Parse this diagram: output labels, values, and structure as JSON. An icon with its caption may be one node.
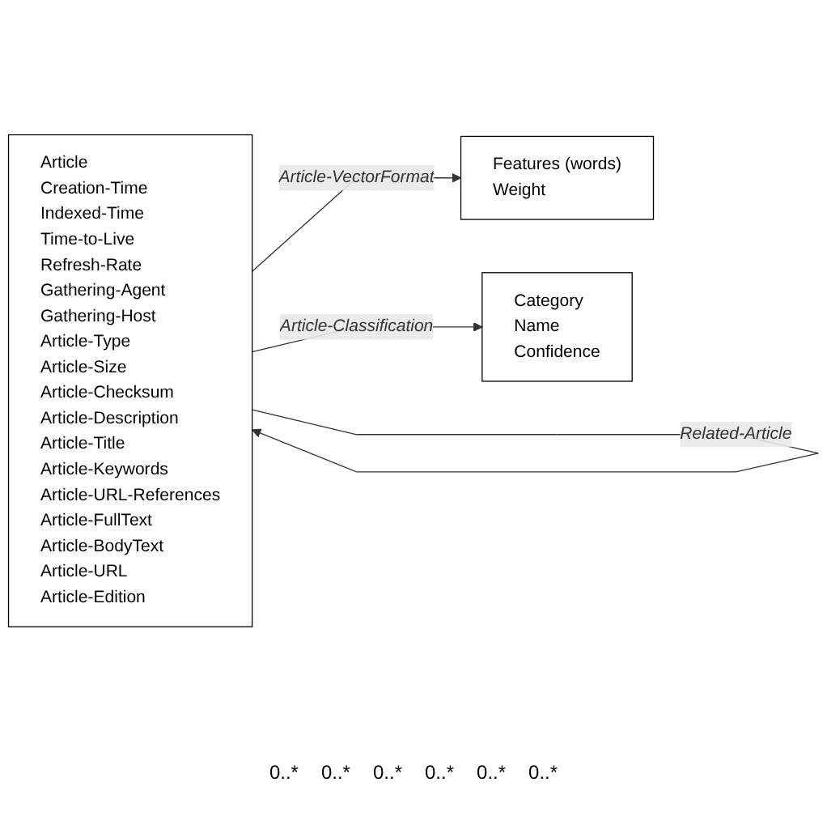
{
  "diagram": {
    "nodes": [
      {
        "text": [
          "Article",
          "Creation-Time",
          "Indexed-Time",
          "Time-to-Live",
          "Refresh-Rate",
          "Gathering-Agent",
          "Gathering-Host",
          "Article-Type",
          "Article-Size",
          "Article-Checksum",
          "Article-Description",
          "Article-Title",
          "Article-Keywords",
          "Article-URL-References",
          "Article-FullText",
          "Article-BodyText",
          "Article-URL",
          "Article-Edition"
        ]
      },
      {
        "text": [
          "Features (words)",
          "Weight"
        ]
      },
      {
        "text": [
          "Category",
          "Name",
          "Confidence"
        ]
      }
    ],
    "edges": [
      {
        "from": 0,
        "to": 1,
        "arrow": "to",
        "label": "Article-VectorFormat"
      },
      {
        "from": 0,
        "to": 2,
        "arrow": "to",
        "label": "Article-Classification"
      },
      {
        "from": 0,
        "to": 0,
        "arrow": "to",
        "label": "Related-Article"
      }
    ],
    "labels": [
      "0..*",
      "0..*",
      "0..*",
      "0..*",
      "0..*",
      "0..*"
    ]
  }
}
